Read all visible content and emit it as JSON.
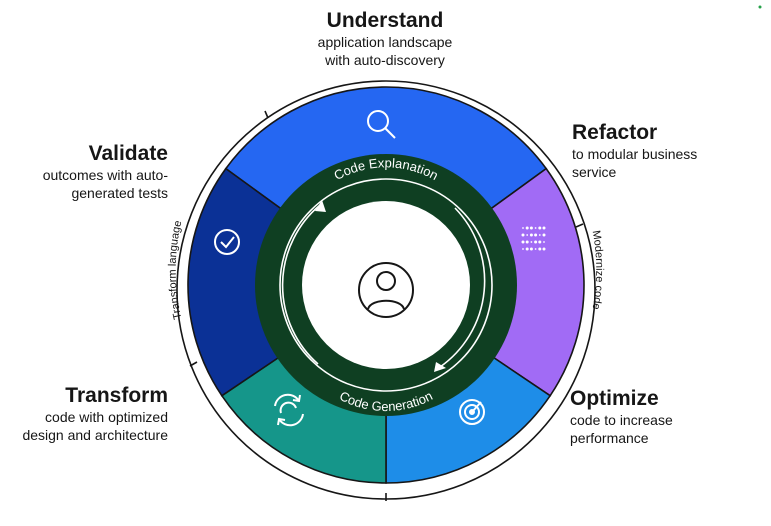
{
  "stages": [
    {
      "id": "understand",
      "title": "Understand",
      "desc": [
        "application landscape",
        "with auto-discovery"
      ],
      "color": "#2567f2",
      "icon": "search-icon"
    },
    {
      "id": "refactor",
      "title": "Refactor",
      "desc": [
        "to modular business",
        "service"
      ],
      "color": "#a16bf5",
      "icon": "dots-grid-icon"
    },
    {
      "id": "optimize",
      "title": "Optimize",
      "desc": [
        "code to increase",
        "performance"
      ],
      "color": "#1e8de8",
      "icon": "target-spiral-icon"
    },
    {
      "id": "transform",
      "title": "Transform",
      "desc": [
        "code with optimized",
        "design and architecture"
      ],
      "color": "#15968a",
      "icon": "cycle-icon"
    },
    {
      "id": "validate",
      "title": "Validate",
      "desc": [
        "outcomes with auto-",
        "generated tests"
      ],
      "color": "#0b3196",
      "icon": "check-circle-icon"
    }
  ],
  "outer_labels": {
    "left": "Transform language",
    "right": "Modernize code"
  },
  "inner_ring": {
    "top": "Code Explanation",
    "bottom": "Code Generation",
    "color": "#0f3f22"
  },
  "center_icon": "user-icon",
  "colors": {
    "ring_line": "#161616",
    "divider": "#161616",
    "white": "#ffffff"
  }
}
